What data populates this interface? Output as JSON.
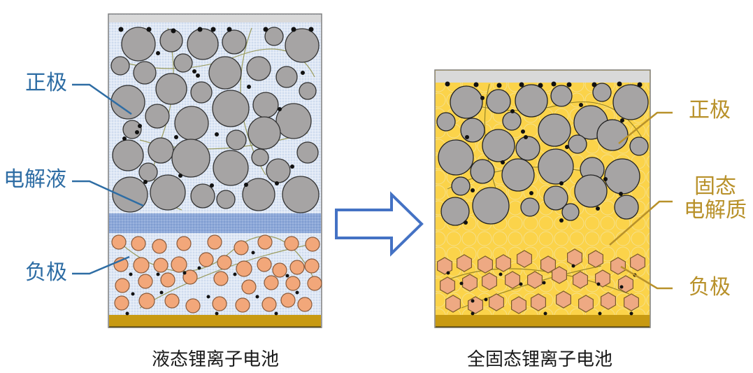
{
  "left_panel": {
    "caption": "液态锂离子电池",
    "labels": {
      "cathode": "正极",
      "electrolyte": "电解液",
      "anode": "负极"
    },
    "colors": {
      "label": "#2e6da4",
      "electrolyte_fill": "#dce6f4",
      "separator": "#8fa9d6",
      "cathode_particle": "#a6a4a4",
      "anode_particle": "#f2a77a",
      "current_collector_top": "#d9d9d9",
      "current_collector_bottom": "#c89a12"
    }
  },
  "right_panel": {
    "caption": "全固态锂离子电池",
    "labels": {
      "cathode": "正极",
      "solid_electrolyte_line1": "固态",
      "solid_electrolyte_line2": "电解质",
      "anode": "负极"
    },
    "colors": {
      "label": "#b8912a",
      "electrolyte_fill": "#fbd54d",
      "cathode_particle": "#a6a4a4",
      "anode_particle": "#eea983",
      "current_collector_top": "#d9d9d9",
      "current_collector_bottom": "#c89a12"
    }
  },
  "arrow": {
    "direction": "right",
    "color": "#4472c4"
  }
}
